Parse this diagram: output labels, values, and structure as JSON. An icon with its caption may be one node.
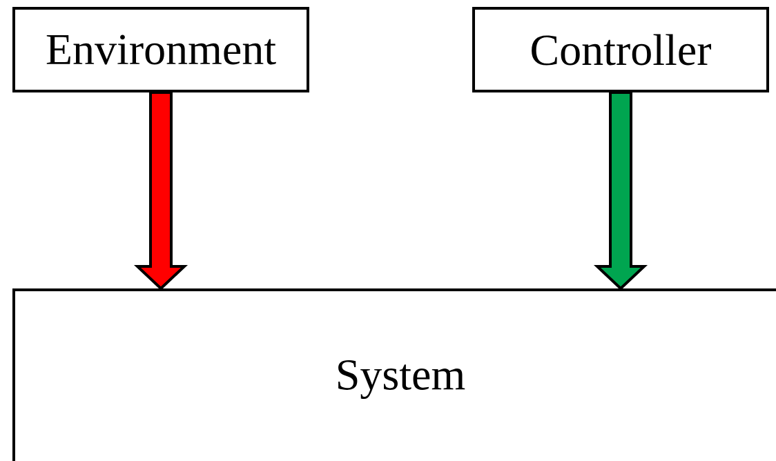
{
  "diagram": {
    "nodes": [
      {
        "text": [
          "Environment"
        ]
      },
      {
        "text": [
          "Controller"
        ]
      },
      {
        "text": [
          "System"
        ]
      }
    ],
    "edges": [
      {
        "from": 0,
        "to": 2,
        "arrow": "to",
        "color": "#ff0000"
      },
      {
        "from": 1,
        "to": 2,
        "arrow": "to",
        "color": "#00a550"
      }
    ]
  }
}
